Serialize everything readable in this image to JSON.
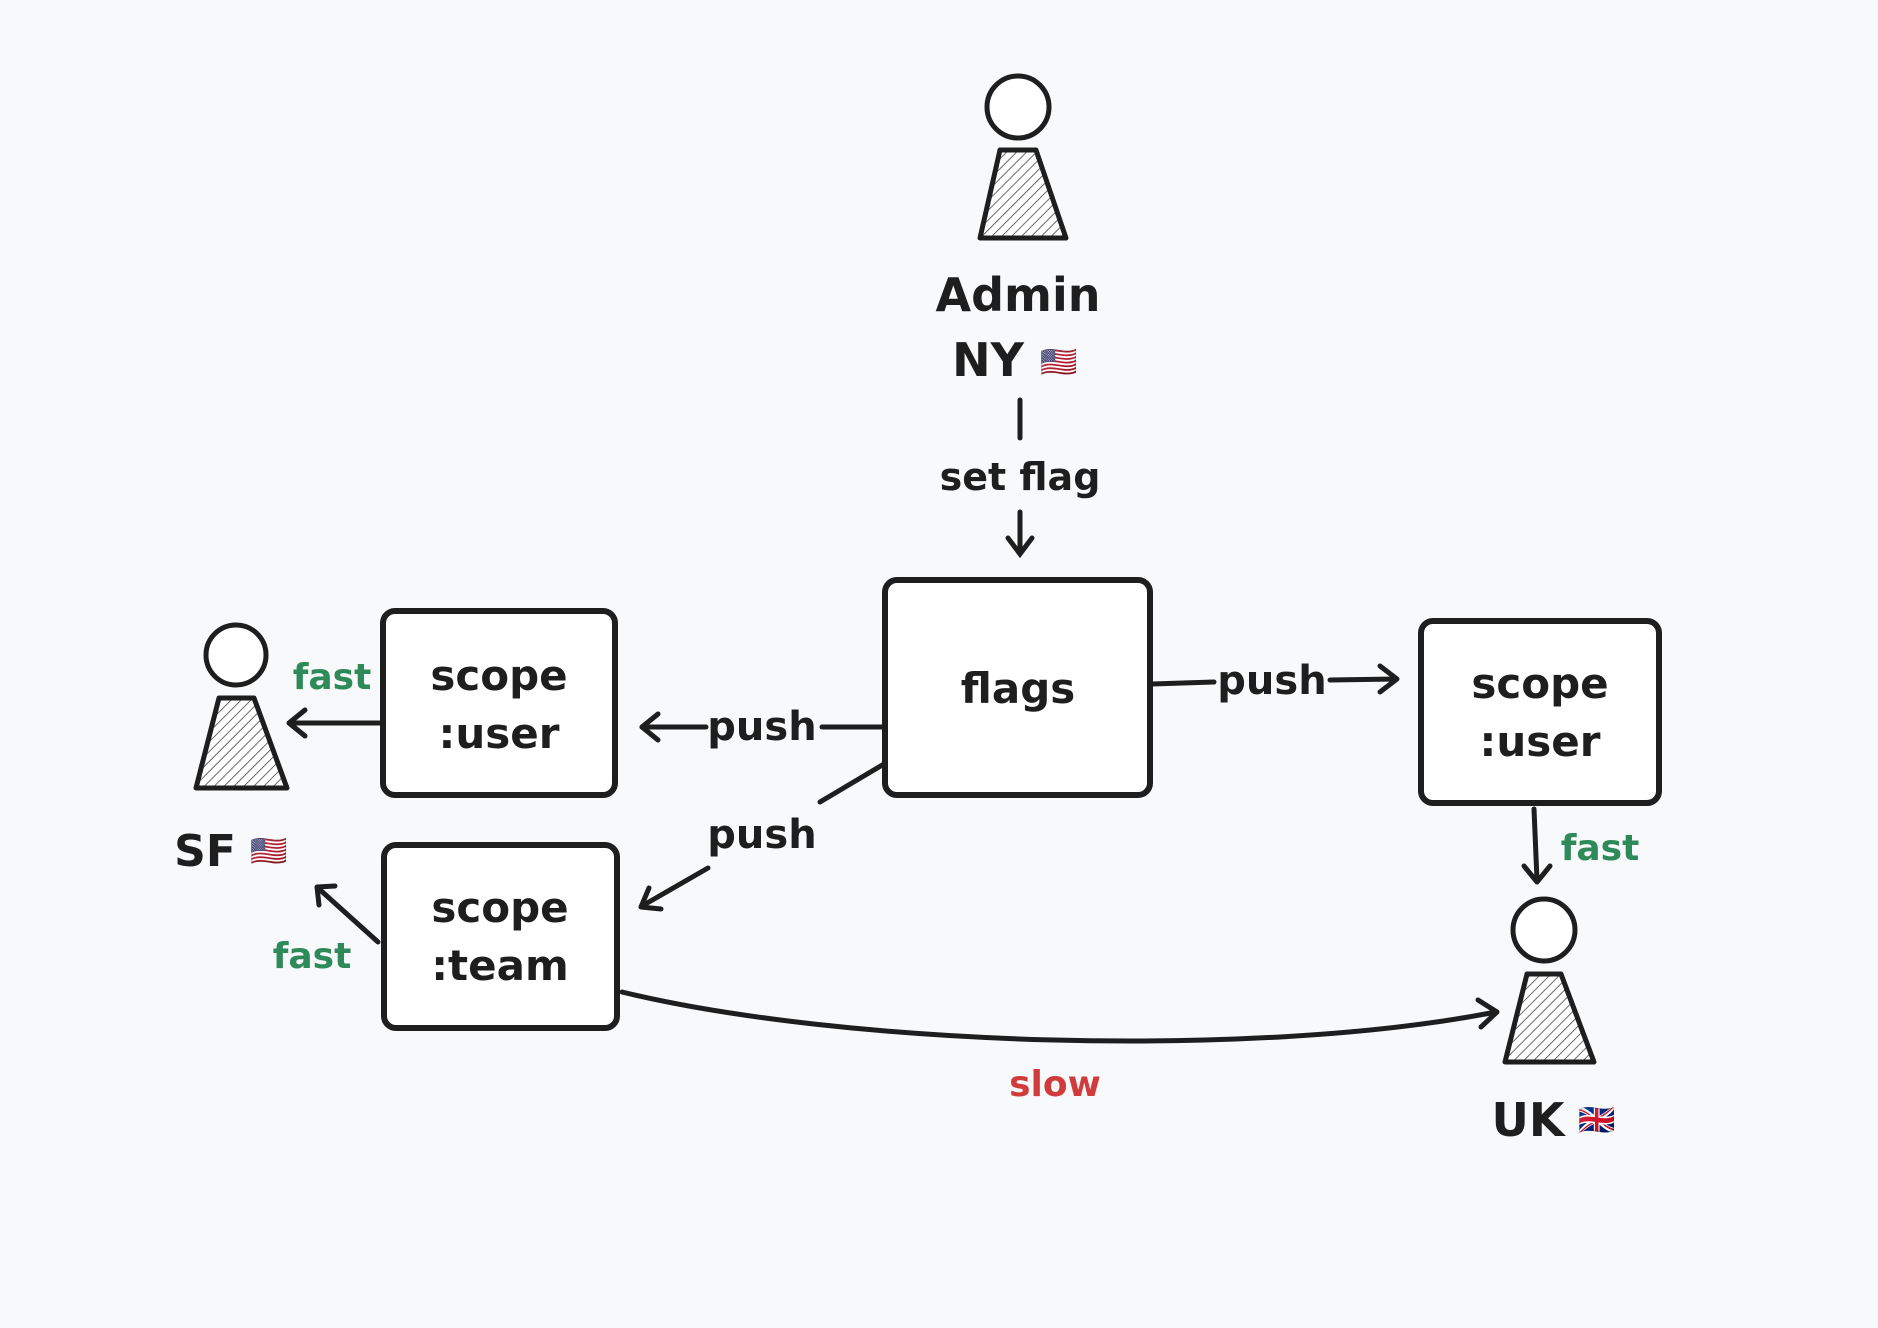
{
  "colors": {
    "background": "#f8f9fa",
    "stroke": "#1e1e1e",
    "fast": "#2f8a5a",
    "slow": "#d03b3b"
  },
  "people": {
    "admin": {
      "name": "Admin",
      "location": "NY",
      "flag": "🇺🇸"
    },
    "sf": {
      "location": "SF",
      "flag": "🇺🇸"
    },
    "uk": {
      "location": "UK",
      "flag": "🇬🇧"
    }
  },
  "boxes": {
    "flags": {
      "label": "flags"
    },
    "scope_user_left": {
      "line1": "scope",
      "line2": ":user"
    },
    "scope_team": {
      "line1": "scope",
      "line2": ":team"
    },
    "scope_user_right": {
      "line1": "scope",
      "line2": ":user"
    }
  },
  "edges": {
    "set_flag": "set flag",
    "push_left": "push",
    "push_team": "push",
    "push_right": "push",
    "fast_sf_user": "fast",
    "fast_sf_team": "fast",
    "fast_uk": "fast",
    "slow": "slow"
  }
}
